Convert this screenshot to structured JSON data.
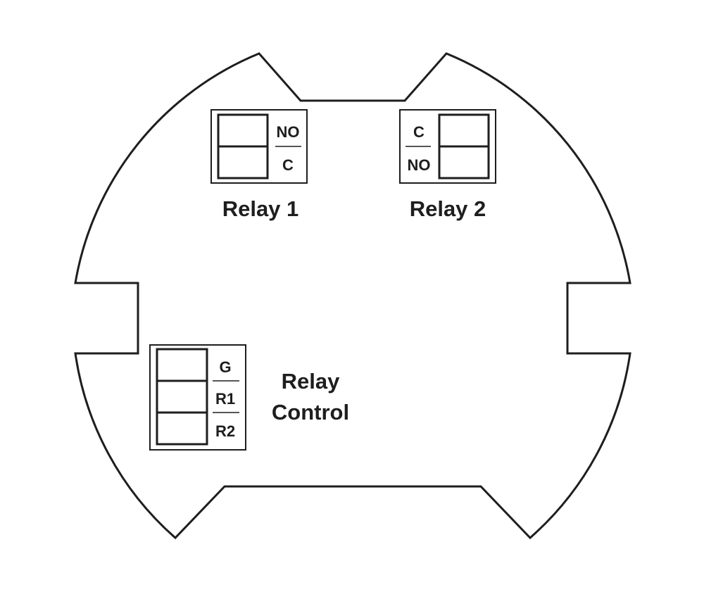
{
  "relay1": {
    "title": "Relay 1",
    "terminals": [
      "NO",
      "C"
    ]
  },
  "relay2": {
    "title": "Relay 2",
    "terminals": [
      "C",
      "NO"
    ]
  },
  "relay_control": {
    "title_line1": "Relay",
    "title_line2": "Control",
    "terminals": [
      "G",
      "R1",
      "R2"
    ]
  }
}
